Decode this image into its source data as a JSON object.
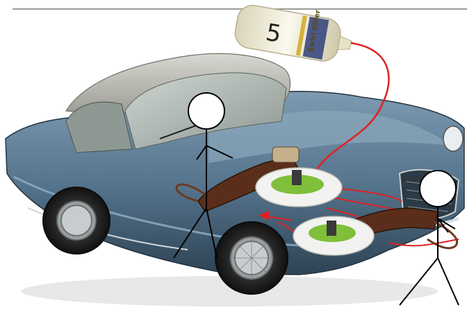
{
  "bottle": {
    "number": "5",
    "label": "Swirl Killer"
  },
  "colors": {
    "car_body": "#5f7f98",
    "car_roof": "#b9b9b0",
    "hose": "#e02020",
    "pad_wool": "#f2f2f0",
    "pad_core": "#7fbf3a",
    "polisher_body": "#5a2e1a",
    "bottle_band": "#3a4a8a"
  },
  "icons": [
    "stick-figure-left",
    "stick-figure-right",
    "rotary-polisher",
    "polish-bottle",
    "classic-coupe-car"
  ]
}
